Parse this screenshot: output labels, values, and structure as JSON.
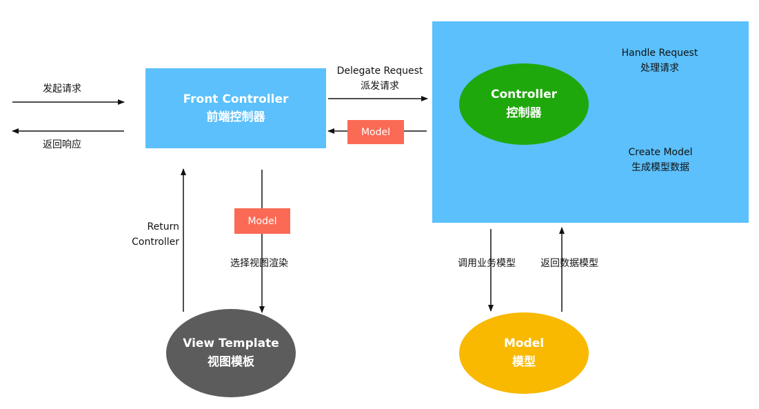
{
  "front_controller": {
    "line1": "Front Controller",
    "line2": "前端控制器"
  },
  "controller": {
    "line1": "Controller",
    "line2": "控制器"
  },
  "view_template": {
    "line1": "View Template",
    "line2": "视图模板"
  },
  "model_node": {
    "line1": "Model",
    "line2": "模型"
  },
  "handle_request": {
    "line1": "Handle Request",
    "line2": "处理请求"
  },
  "create_model": {
    "line1": "Create Model",
    "line2": "生成模型数据"
  },
  "request_in": "发起请求",
  "response_out": "返回响应",
  "delegate": {
    "line1": "Delegate Request",
    "line2": "派发请求"
  },
  "model_tag_right": "Model",
  "model_tag_down": "Model",
  "return_controller": {
    "line1": "Return",
    "line2": "Controller"
  },
  "select_view": "选择视图渲染",
  "call_business": "调用业务模型",
  "return_data_model": "返回数据模型",
  "colors": {
    "box_blue": "#5bc0fb",
    "controller_green": "#1fa80b",
    "view_gray": "#5c5c5c",
    "model_yellow": "#f8b900",
    "tag_red": "#fb6a55"
  }
}
